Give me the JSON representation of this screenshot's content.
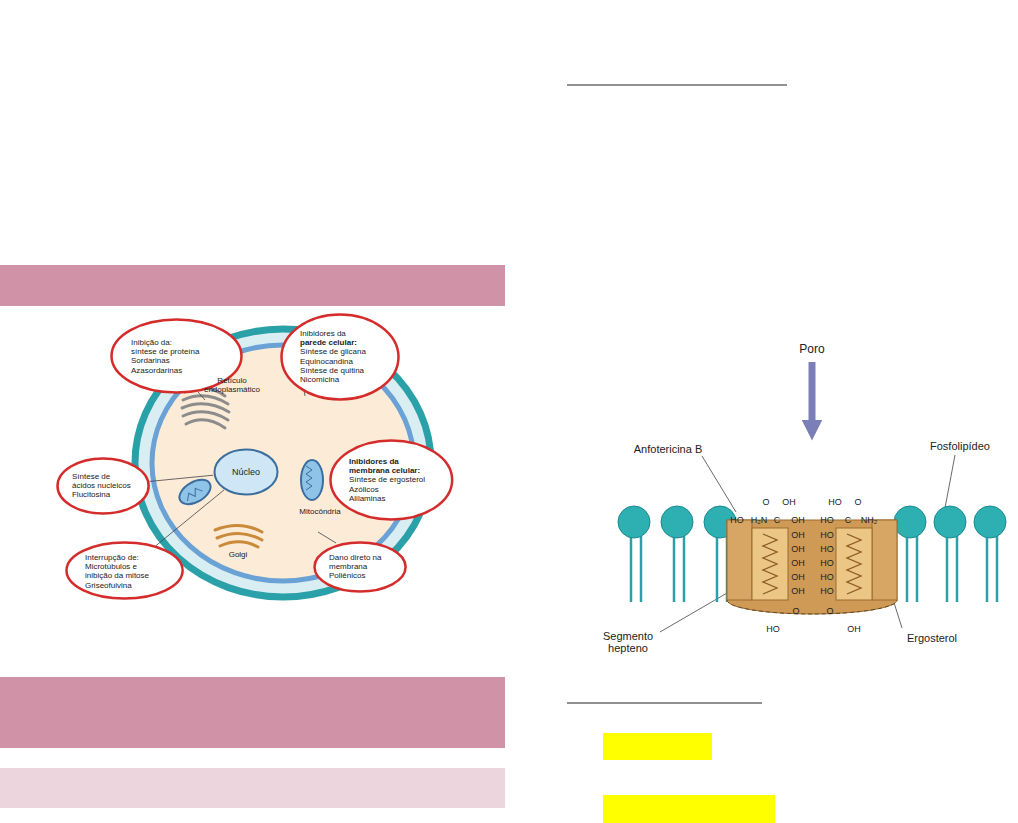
{
  "diagram": {
    "nodes": [
      {
        "text": [
          "Inibição da:",
          "síntese de proteína",
          "Sordarinas",
          "Azasordarinas"
        ]
      },
      {
        "text": [
          "Inibidores da",
          "parede celular:",
          "Síntese de glicana",
          "Equinocandina",
          "Síntese de quitina",
          "Nicomicina"
        ]
      },
      {
        "text": [
          "Inibidores da membrana celular:",
          "Síntese de ergosterol",
          "Azólicos",
          "Alilaminas"
        ]
      },
      {
        "text": [
          "Síntese de ácidos nucleicos",
          "Flucitosina"
        ]
      },
      {
        "text": [
          "Núcleo"
        ]
      },
      {
        "text": [
          "Interrupção de: Microtúbulos e inibição da mitose",
          "Griseofulvina"
        ]
      },
      {
        "text": [
          "Dano direto na membrana",
          "Poliênicos"
        ]
      }
    ],
    "edges": [
      {
        "from": 3,
        "to": 4,
        "arrow": "none"
      },
      {
        "from": 5,
        "to": 4,
        "arrow": "none"
      }
    ],
    "labels": [
      "Retículo endoplasmático",
      "Mitocôndria",
      "Golgi",
      "Poro",
      "Anfotericina B",
      "Fosfolipídeo",
      "HO",
      "H₂N",
      "C",
      "O",
      "OH",
      "OH",
      "HO",
      "C",
      "HO",
      "O",
      "NH₂",
      "OH",
      "HO",
      "OH",
      "HO",
      "OH",
      "HO",
      "OH",
      "HO",
      "OH",
      "HO",
      "O",
      "O",
      "HO",
      "OH",
      "Segmento hepteno",
      "Ergosterol"
    ]
  }
}
